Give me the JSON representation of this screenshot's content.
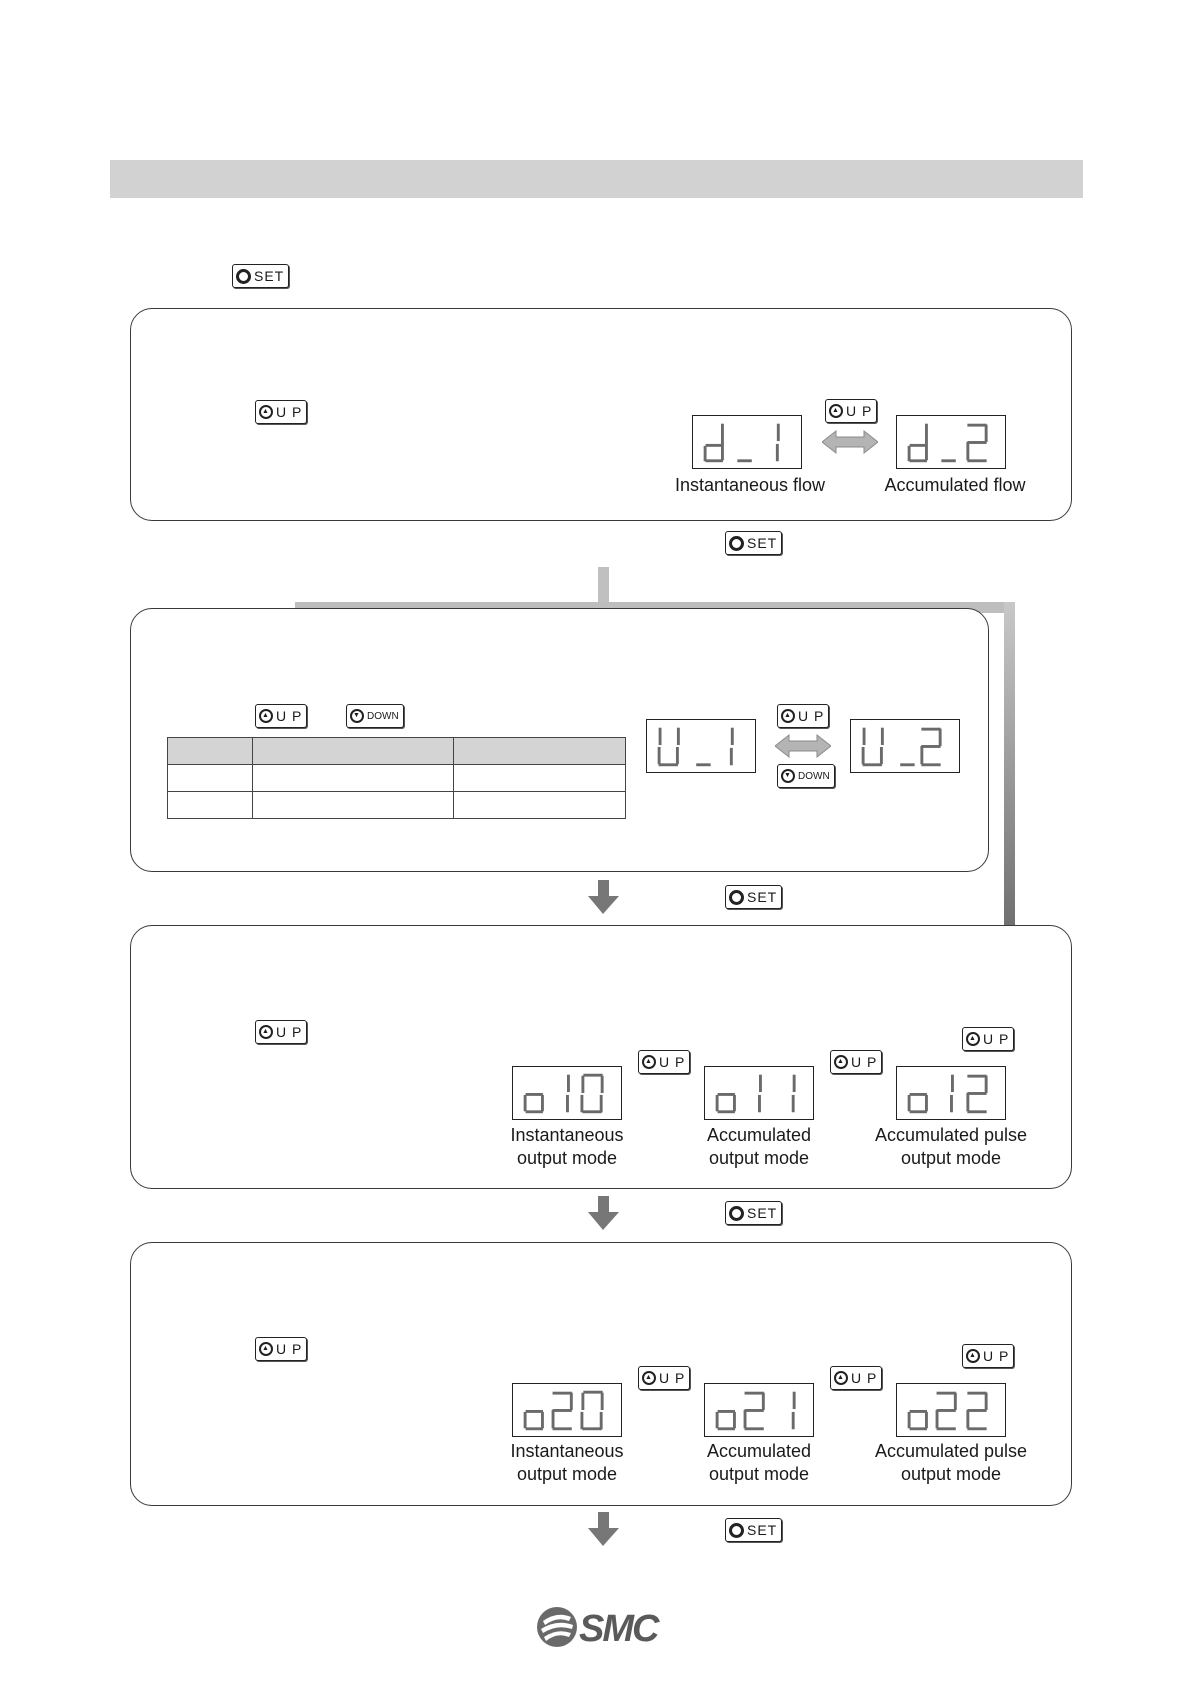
{
  "buttons": {
    "set": "SET",
    "up": "U P",
    "down": "DOWN"
  },
  "panel1": {
    "display_mode_1": "d_1",
    "display_mode_2": "d_2",
    "caption_1": "Instantaneous flow",
    "caption_2": "Accumulated flow"
  },
  "panel2": {
    "unit_1": "U_1",
    "unit_2": "U_2",
    "table": {
      "rows": [
        [
          "",
          "",
          ""
        ],
        [
          "",
          "",
          ""
        ],
        [
          "",
          "",
          ""
        ]
      ]
    }
  },
  "panel3": {
    "mode_1": "o10",
    "mode_2": "o11",
    "mode_3": "o12",
    "caption_1_line1": "Instantaneous",
    "caption_1_line2": "output mode",
    "caption_2_line1": "Accumulated",
    "caption_2_line2": "output mode",
    "caption_3_line1": "Accumulated pulse",
    "caption_3_line2": "output mode"
  },
  "panel4": {
    "mode_1": "o20",
    "mode_2": "o21",
    "mode_3": "o22",
    "caption_1_line1": "Instantaneous",
    "caption_1_line2": "output mode",
    "caption_2_line1": "Accumulated",
    "caption_2_line2": "output mode",
    "caption_3_line1": "Accumulated pulse",
    "caption_3_line2": "output mode"
  },
  "footer": {
    "logo_text": "SMC",
    "logo_icon": "smc-logo"
  },
  "colors": {
    "header_bar": "#d2d2d2",
    "arrow_light": "#c8c8c8",
    "arrow_dark": "#6f6f6f"
  }
}
